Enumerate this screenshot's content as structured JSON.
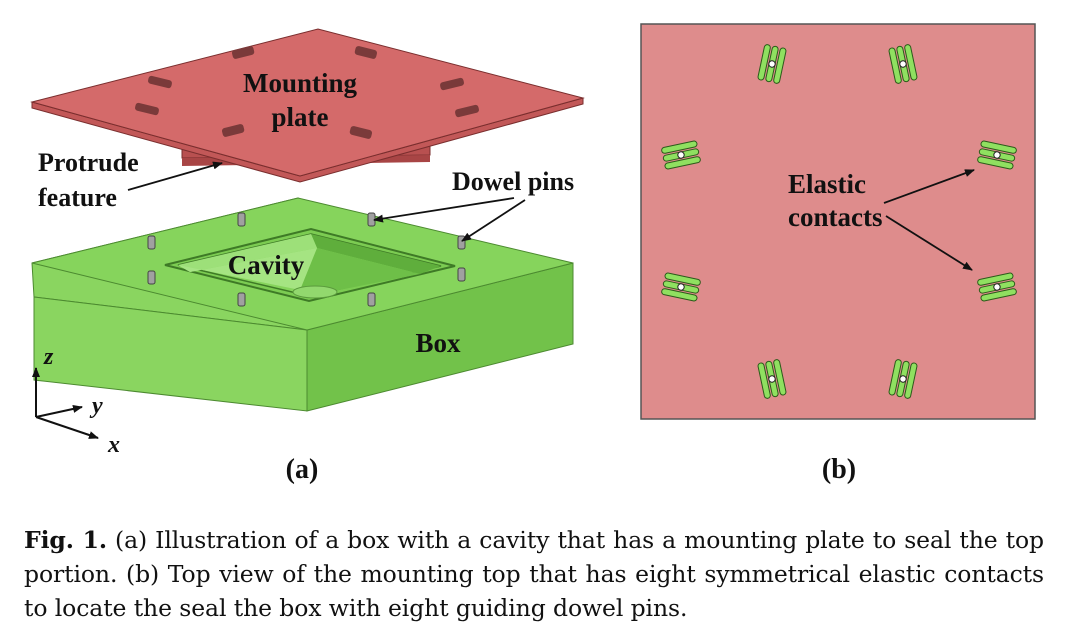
{
  "panel_a": {
    "mounting_plate_line1": "Mounting",
    "mounting_plate_line2": "plate",
    "protrude_line1": "Protrude",
    "protrude_line2": "feature",
    "dowel_pins": "Dowel pins",
    "cavity": "Cavity",
    "box": "Box",
    "axis_z": "z",
    "axis_y": "y",
    "axis_x": "x",
    "label": "(a)"
  },
  "panel_b": {
    "elastic_line1": "Elastic",
    "elastic_line2": "contacts",
    "label": "(b)"
  },
  "colors": {
    "plate_top": "#d46a6a",
    "plate_side": "#c25858",
    "box_top": "#86d45c",
    "box_side_front": "#8ad560",
    "box_side_right": "#72c24a",
    "topview_bg": "#de8c8c",
    "contact_fill": "#8fe060"
  },
  "caption": {
    "fig_num": "Fig. 1.",
    "text": "(a) Illustration of a box with a cavity that has a mounting plate to seal the top portion. (b) Top view of the mounting top that has eight symmetrical elastic contacts to locate the seal the box with eight guiding dowel pins."
  }
}
